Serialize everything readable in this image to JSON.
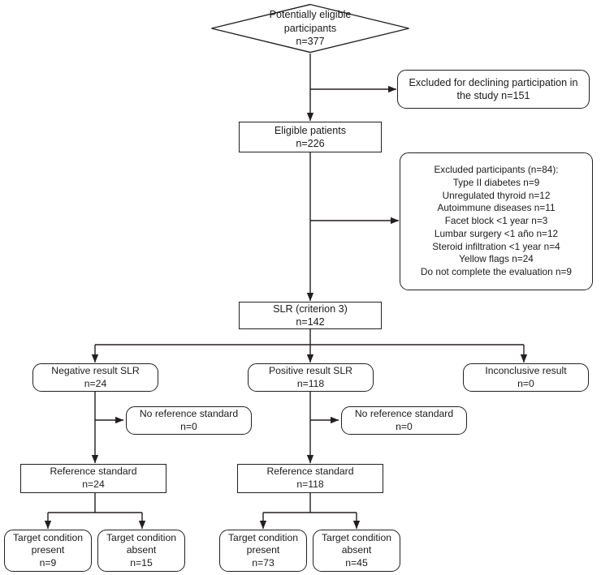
{
  "diagram": {
    "title": "STARD participant flow diagram",
    "stroke_color": "#231f20",
    "background": "#ffffff"
  },
  "nodes": {
    "potentially_eligible": {
      "shape": "diamond",
      "lines": [
        "Potentially eligible",
        "participants",
        "n=377"
      ]
    },
    "excluded_declining": {
      "shape": "rounded-rect",
      "lines": [
        "Excluded for declining participation in",
        "the study n=151"
      ]
    },
    "eligible_patients": {
      "shape": "rect",
      "lines": [
        "Eligible patients",
        "n=226"
      ]
    },
    "excluded_participants": {
      "shape": "rounded-rect",
      "lines": [
        "Excluded participants (n=84):",
        "Type II diabetes n=9",
        "Unregulated thyroid n=12",
        "Autoimmune diseases n=11",
        "Facet block <1 year n=3",
        "Lumbar surgery <1 año n=12",
        "Steroid infiltration <1 year n=4",
        "Yellow flags n=24",
        "Do not complete the evaluation n=9"
      ]
    },
    "slr_criterion": {
      "shape": "rect",
      "lines": [
        "SLR (criterion 3)",
        "n=142"
      ]
    },
    "negative_result": {
      "shape": "rounded-rect",
      "lines": [
        "Negative result SLR",
        "n=24"
      ]
    },
    "positive_result": {
      "shape": "rounded-rect",
      "lines": [
        "Positive result SLR",
        "n=118"
      ]
    },
    "inconclusive_result": {
      "shape": "rounded-rect",
      "lines": [
        "Inconclusive result",
        "n=0"
      ]
    },
    "no_reference_left": {
      "shape": "rounded-rect",
      "lines": [
        "No reference standard",
        "n=0"
      ]
    },
    "no_reference_right": {
      "shape": "rounded-rect",
      "lines": [
        "No reference standard",
        "n=0"
      ]
    },
    "reference_standard_left": {
      "shape": "rect",
      "lines": [
        "Reference standard",
        "n=24"
      ]
    },
    "reference_standard_right": {
      "shape": "rect",
      "lines": [
        "Reference standard",
        "n=118"
      ]
    },
    "target_present_left": {
      "shape": "rounded-rect",
      "lines": [
        "Target condition",
        "present",
        "n=9"
      ]
    },
    "target_absent_left": {
      "shape": "rounded-rect",
      "lines": [
        "Target condition",
        "absent",
        "n=15"
      ]
    },
    "target_present_right": {
      "shape": "rounded-rect",
      "lines": [
        "Target condition",
        "present",
        "n=73"
      ]
    },
    "target_absent_right": {
      "shape": "rounded-rect",
      "lines": [
        "Target condition",
        "absent",
        "n=45"
      ]
    }
  }
}
